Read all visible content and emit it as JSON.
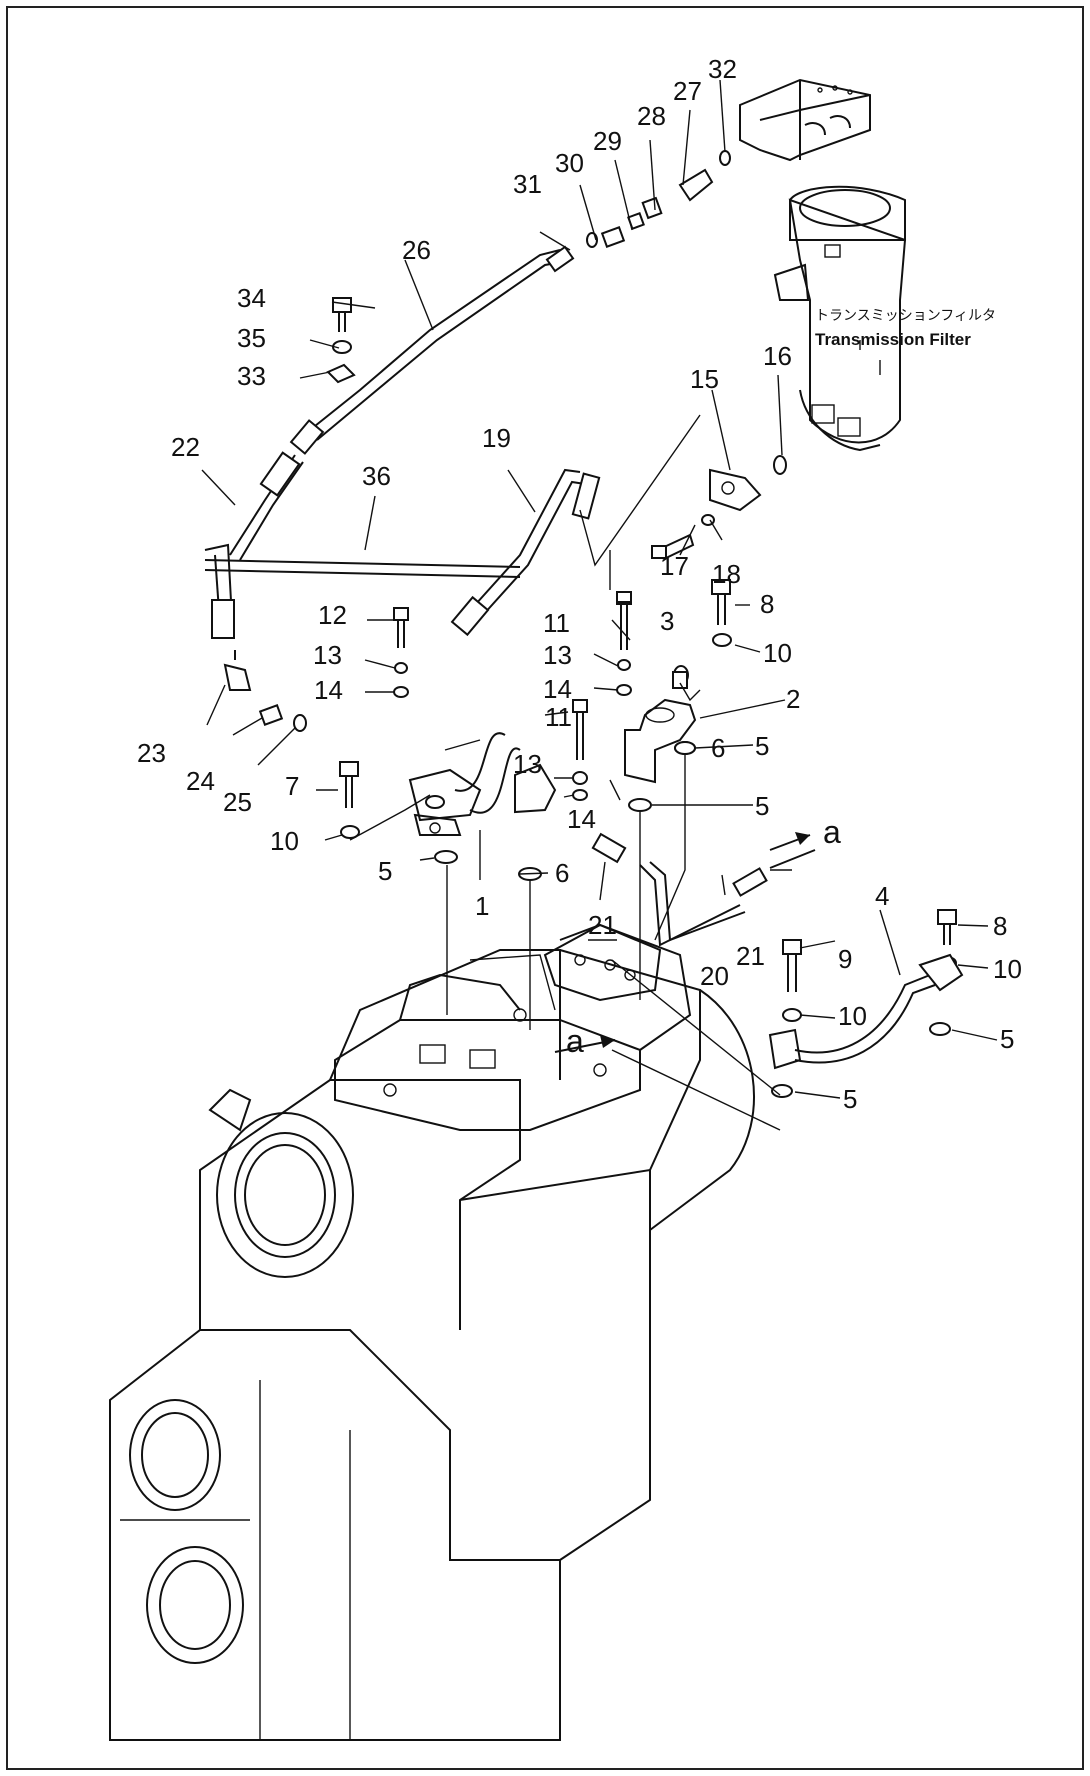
{
  "diagram": {
    "filter_label_jp": "トランスミッションフィルタ",
    "filter_label_en": "Transmission Filter",
    "section_marker": "a",
    "callouts": [
      {
        "id": "c1",
        "text": "1"
      },
      {
        "id": "c2",
        "text": "2"
      },
      {
        "id": "c3",
        "text": "3"
      },
      {
        "id": "c4",
        "text": "4"
      },
      {
        "id": "c5a",
        "text": "5"
      },
      {
        "id": "c5b",
        "text": "5"
      },
      {
        "id": "c5c",
        "text": "5"
      },
      {
        "id": "c5d",
        "text": "5"
      },
      {
        "id": "c5e",
        "text": "5"
      },
      {
        "id": "c6a",
        "text": "6"
      },
      {
        "id": "c6b",
        "text": "6"
      },
      {
        "id": "c7",
        "text": "7"
      },
      {
        "id": "c8a",
        "text": "8"
      },
      {
        "id": "c8b",
        "text": "8"
      },
      {
        "id": "c9",
        "text": "9"
      },
      {
        "id": "c10a",
        "text": "10"
      },
      {
        "id": "c10b",
        "text": "10"
      },
      {
        "id": "c10c",
        "text": "10"
      },
      {
        "id": "c10d",
        "text": "10"
      },
      {
        "id": "c11a",
        "text": "11"
      },
      {
        "id": "c11b",
        "text": "11"
      },
      {
        "id": "c12",
        "text": "12"
      },
      {
        "id": "c13a",
        "text": "13"
      },
      {
        "id": "c13b",
        "text": "13"
      },
      {
        "id": "c13c",
        "text": "13"
      },
      {
        "id": "c14a",
        "text": "14"
      },
      {
        "id": "c14b",
        "text": "14"
      },
      {
        "id": "c14c",
        "text": "14"
      },
      {
        "id": "c15",
        "text": "15"
      },
      {
        "id": "c16",
        "text": "16"
      },
      {
        "id": "c17",
        "text": "17"
      },
      {
        "id": "c18",
        "text": "18"
      },
      {
        "id": "c19",
        "text": "19"
      },
      {
        "id": "c20",
        "text": "20"
      },
      {
        "id": "c21a",
        "text": "21"
      },
      {
        "id": "c21b",
        "text": "21"
      },
      {
        "id": "c22",
        "text": "22"
      },
      {
        "id": "c23",
        "text": "23"
      },
      {
        "id": "c24",
        "text": "24"
      },
      {
        "id": "c25",
        "text": "25"
      },
      {
        "id": "c26",
        "text": "26"
      },
      {
        "id": "c27",
        "text": "27"
      },
      {
        "id": "c28",
        "text": "28"
      },
      {
        "id": "c29",
        "text": "29"
      },
      {
        "id": "c30",
        "text": "30"
      },
      {
        "id": "c31",
        "text": "31"
      },
      {
        "id": "c32",
        "text": "32"
      },
      {
        "id": "c33",
        "text": "33"
      },
      {
        "id": "c34",
        "text": "34"
      },
      {
        "id": "c35",
        "text": "35"
      },
      {
        "id": "c36",
        "text": "36"
      }
    ]
  }
}
